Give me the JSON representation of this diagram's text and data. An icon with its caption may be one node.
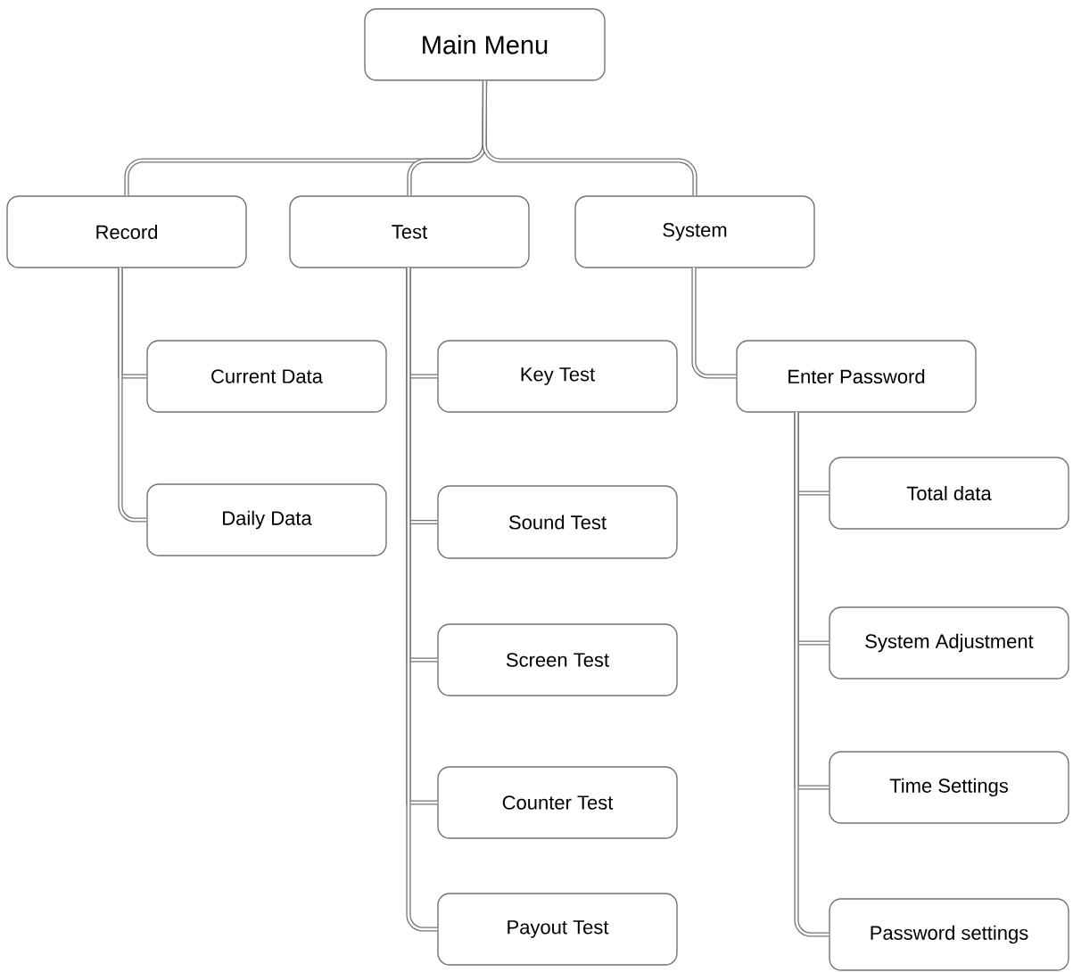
{
  "diagram": {
    "nodes": [
      {
        "text": [
          "Main Menu"
        ]
      },
      {
        "text": [
          "Record"
        ]
      },
      {
        "text": [
          "Test"
        ]
      },
      {
        "text": [
          "System"
        ]
      },
      {
        "text": [
          "Current Data"
        ]
      },
      {
        "text": [
          "Daily Data"
        ]
      },
      {
        "text": [
          "Key Test"
        ]
      },
      {
        "text": [
          "Sound Test"
        ]
      },
      {
        "text": [
          "Screen Test"
        ]
      },
      {
        "text": [
          "Counter Test"
        ]
      },
      {
        "text": [
          "Payout Test"
        ]
      },
      {
        "text": [
          "Enter Password"
        ]
      },
      {
        "text": [
          "Total data"
        ]
      },
      {
        "text": [
          "System Adjustment"
        ]
      },
      {
        "text": [
          "Time Settings"
        ]
      },
      {
        "text": [
          "Password settings"
        ]
      }
    ],
    "edges": [
      {
        "from": 0,
        "to": 1,
        "arrow": "none"
      },
      {
        "from": 0,
        "to": 2,
        "arrow": "none"
      },
      {
        "from": 0,
        "to": 3,
        "arrow": "none"
      },
      {
        "from": 1,
        "to": 4,
        "arrow": "none"
      },
      {
        "from": 1,
        "to": 5,
        "arrow": "none"
      },
      {
        "from": 2,
        "to": 6,
        "arrow": "none"
      },
      {
        "from": 2,
        "to": 7,
        "arrow": "none"
      },
      {
        "from": 2,
        "to": 8,
        "arrow": "none"
      },
      {
        "from": 2,
        "to": 9,
        "arrow": "none"
      },
      {
        "from": 2,
        "to": 10,
        "arrow": "none"
      },
      {
        "from": 3,
        "to": 11,
        "arrow": "none"
      },
      {
        "from": 11,
        "to": 12,
        "arrow": "none"
      },
      {
        "from": 11,
        "to": 13,
        "arrow": "none"
      },
      {
        "from": 11,
        "to": 14,
        "arrow": "none"
      },
      {
        "from": 11,
        "to": 15,
        "arrow": "none"
      }
    ]
  }
}
